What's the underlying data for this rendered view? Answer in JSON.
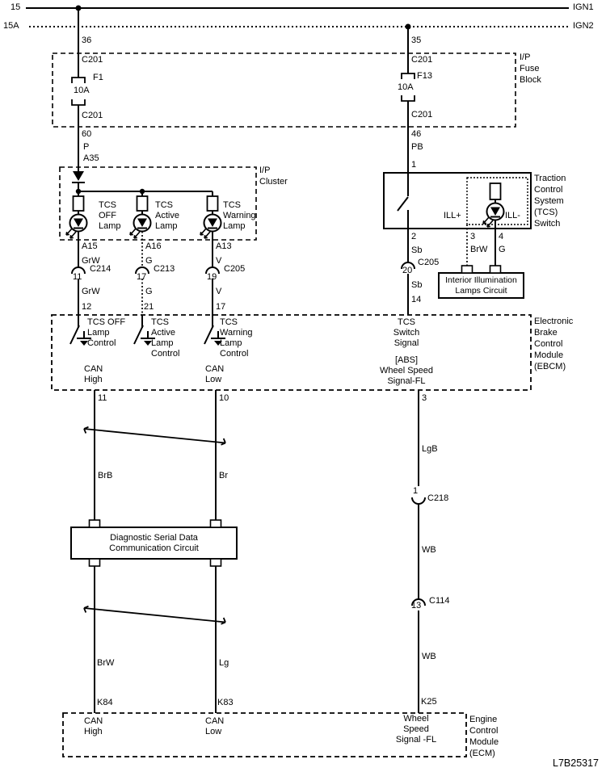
{
  "diagram_id": "L7B25317",
  "rails": {
    "r1_left": "15",
    "r2_left": "15A",
    "r1_right": "IGN1",
    "r2_right": "IGN2"
  },
  "fuse_block": {
    "name": "I/P\nFuse\nBlock",
    "left": {
      "pin_in": "36",
      "conn_in": "C201",
      "fuse": "F1",
      "rating": "10A",
      "conn_out": "C201",
      "pin_out": "60",
      "wire": "P",
      "pin_next": "A35"
    },
    "right": {
      "pin_in": "35",
      "conn_in": "C201",
      "fuse": "F13",
      "rating": "10A",
      "conn_out": "C201",
      "pin_out": "46",
      "wire": "PB",
      "pin_next": "1"
    }
  },
  "cluster": {
    "name": "I/P\nCluster",
    "lamps": [
      {
        "label": "TCS\nOFF\nLamp",
        "pin": "A15",
        "wire": "GrW",
        "conn": "C214",
        "conn_pin": "11",
        "wire2": "GrW",
        "ebcm_pin": "12"
      },
      {
        "label": "TCS\nActive\nLamp",
        "pin": "A16",
        "wire": "G",
        "conn": "C213",
        "conn_pin": "17",
        "wire2": "G",
        "ebcm_pin": "21"
      },
      {
        "label": "TCS\nWarning\nLamp",
        "pin": "A13",
        "wire": "V",
        "conn": "C205",
        "conn_pin": "19",
        "wire2": "V",
        "ebcm_pin": "17"
      }
    ]
  },
  "tcs_switch": {
    "name": "Traction\nControl\nSystem\n(TCS)\nSwitch",
    "ill_plus": "ILL+",
    "ill_minus": "ILL-",
    "pin_out": "2",
    "wire": "Sb",
    "conn": "C205",
    "conn_pin": "20",
    "wire2": "Sb",
    "ebcm_pin": "14",
    "ill_pin_a": "3",
    "ill_pin_b": "4",
    "ill_wire_a": "BrW",
    "ill_wire_b": "G"
  },
  "interior_illumination": {
    "label": "Interior Illumination\nLamps Circuit"
  },
  "ebcm": {
    "name": "Electronic\nBrake\nControl\nModule\n(EBCM)",
    "controls": [
      "TCS OFF\nLamp\nControl",
      "TCS\nActive\nLamp\nControl",
      "TCS\nWarning\nLamp\nControl"
    ],
    "tcs_switch_signal": "TCS\nSwitch\nSignal",
    "abs_signal": "[ABS]\nWheel Speed\nSignal-FL",
    "can_high": "CAN\nHigh",
    "can_low": "CAN\nLow",
    "pin_can_high": "11",
    "pin_can_low": "10",
    "pin_wheel": "3"
  },
  "can_bus": {
    "wire_high": "BrB",
    "wire_low": "Br",
    "dsdcc_label": "Diagnostic Serial Data\nCommunication Circuit",
    "wire_high2": "BrW",
    "wire_low2": "Lg",
    "pin_high": "K84",
    "pin_low": "K83"
  },
  "wheel_speed_line": {
    "wire1": "LgB",
    "conn1": "C218",
    "conn1_pin": "1",
    "wire2": "WB",
    "conn2": "C114",
    "conn2_pin": "13",
    "wire3": "WB",
    "pin": "K25"
  },
  "ecm": {
    "name": "Engine\nControl\nModule\n(ECM)",
    "can_high": "CAN\nHigh",
    "can_low": "CAN\nLow",
    "wheel_speed": "Wheel\nSpeed\nSignal -FL"
  }
}
